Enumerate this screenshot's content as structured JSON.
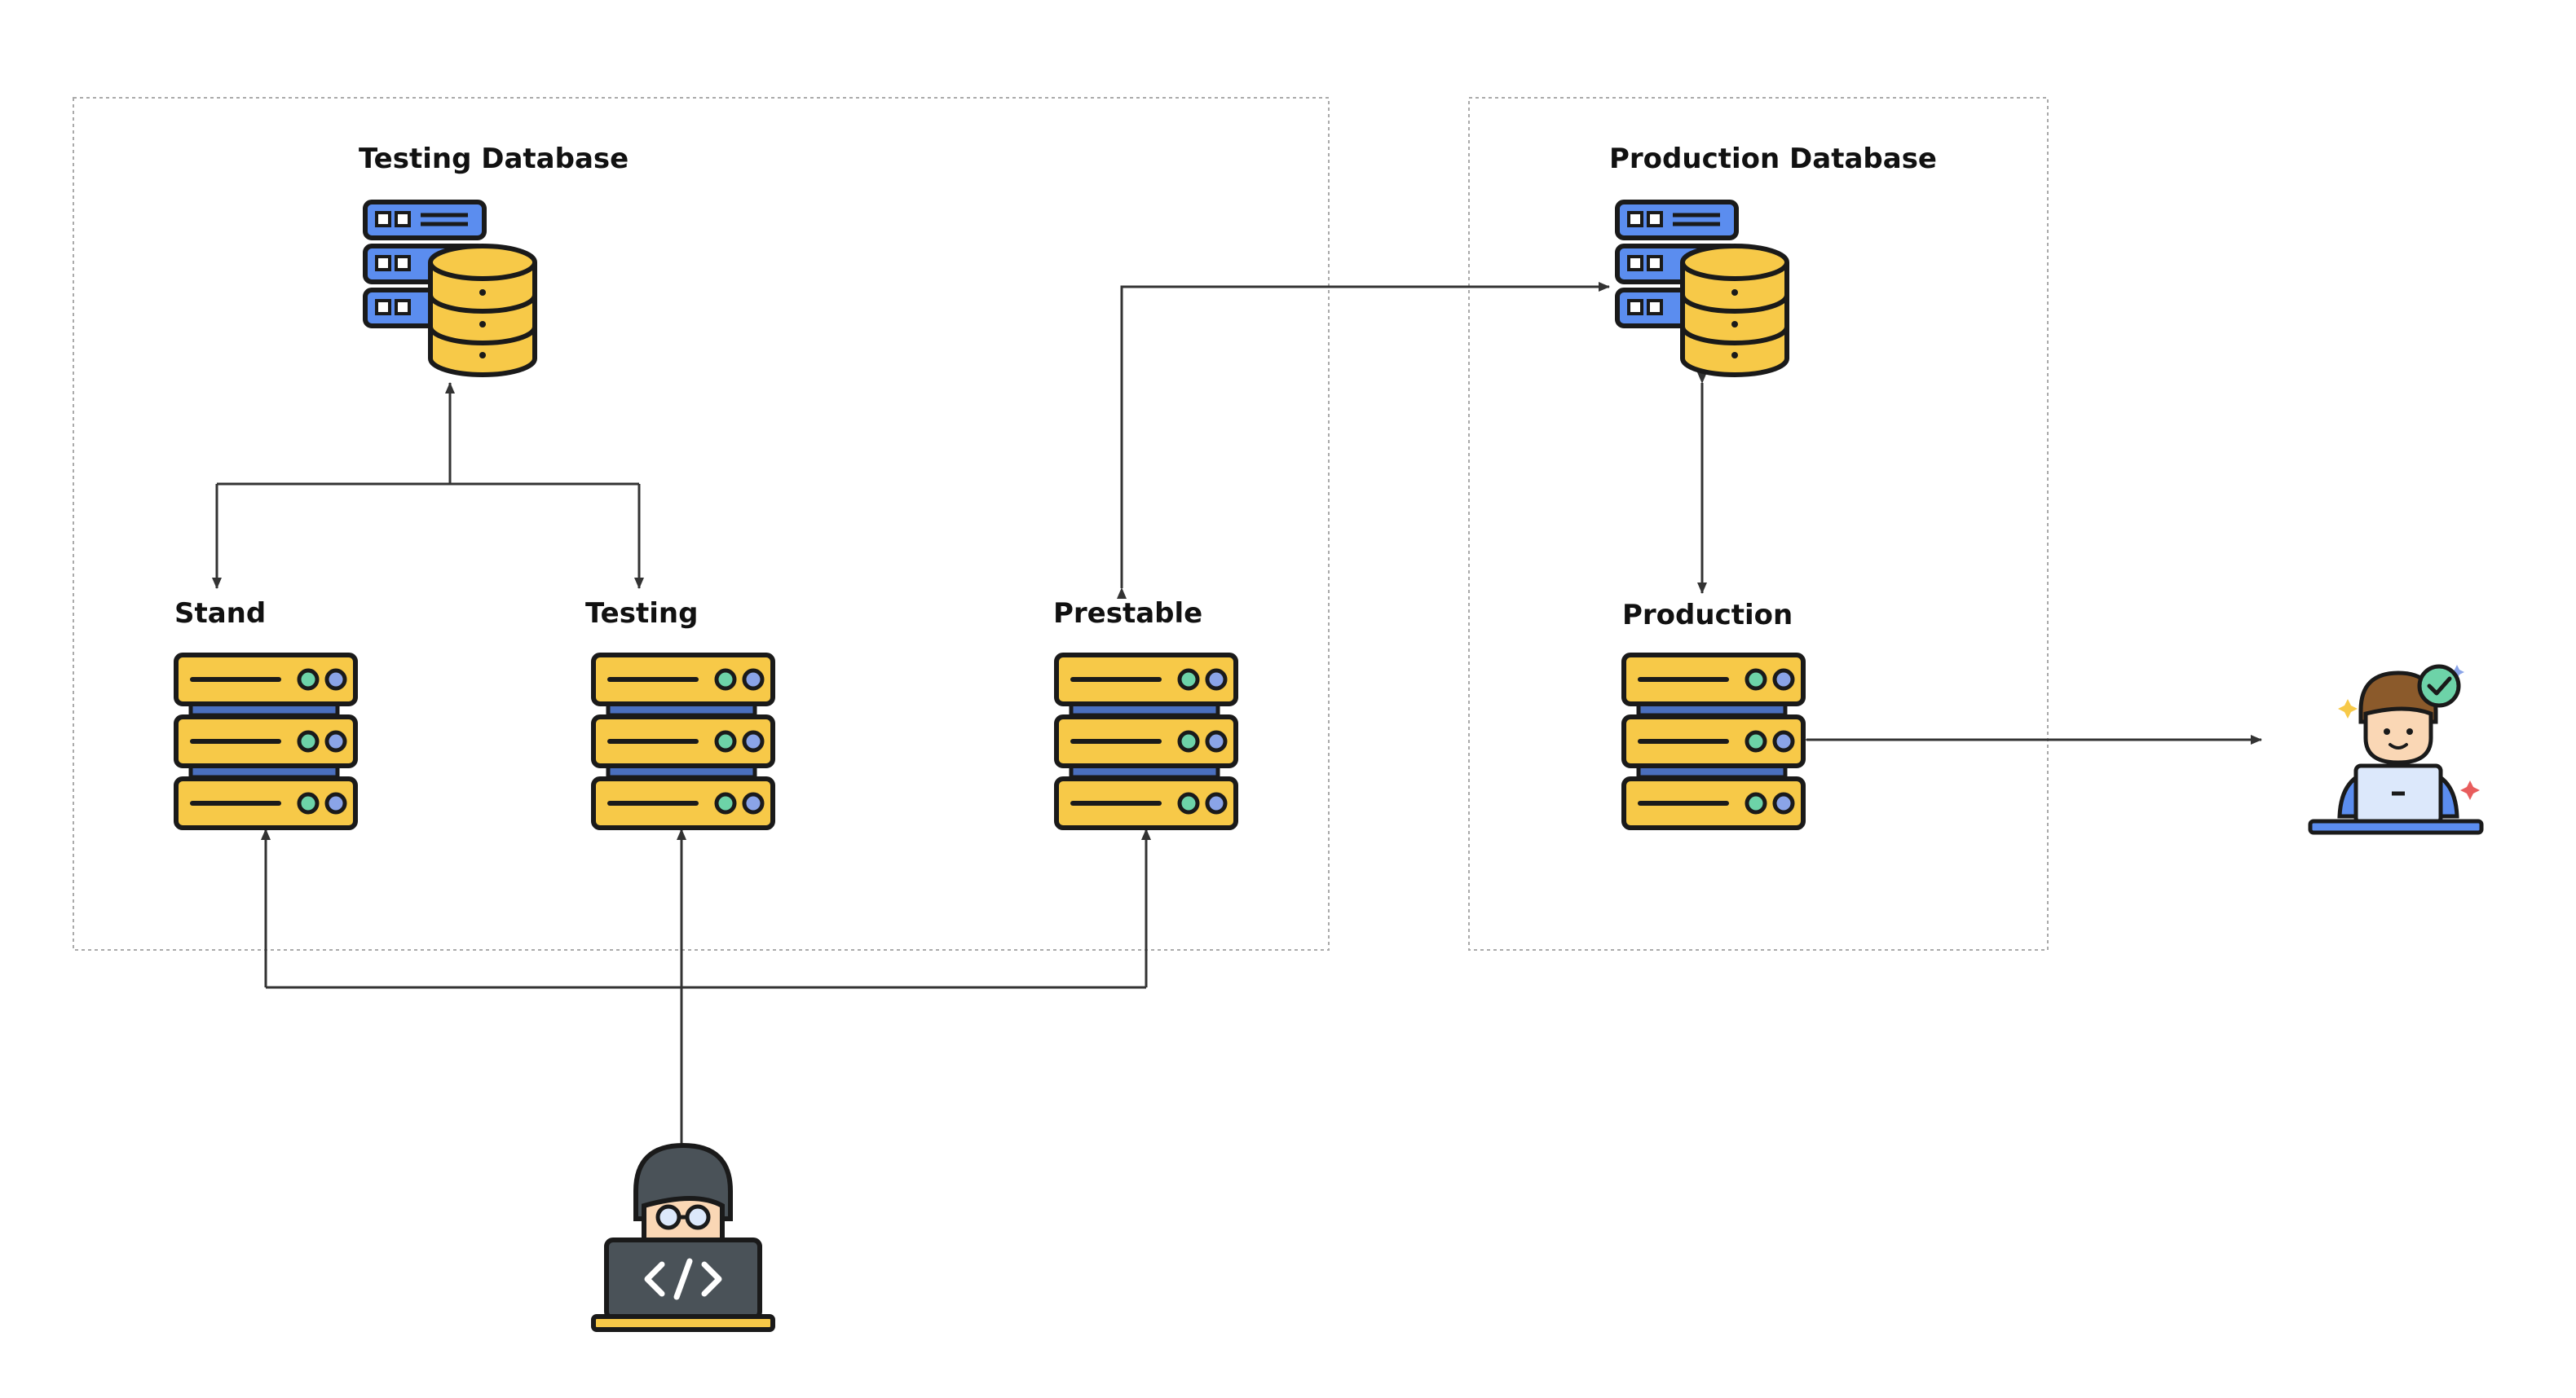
{
  "labels": {
    "testing_database": "Testing Database",
    "production_database": "Production Database",
    "stand": "Stand",
    "testing": "Testing",
    "prestable": "Prestable",
    "production": "Production"
  },
  "colors": {
    "server_yellow": "#F7C948",
    "server_blue": "#4A6FBE",
    "rack_blue": "#5B8DEF",
    "led_green": "#6DD3A8",
    "led_blue": "#8AA4E8",
    "outline": "#1A1A1A",
    "connector": "#333333",
    "group_border": "#AAAAAA",
    "laptop_dark": "#4A5258",
    "laptop_stand_yellow": "#F7C948",
    "skin": "#FAD7B5",
    "hair_brown": "#8B5A2B",
    "check_green": "#6DD3A8",
    "laptop_light": "#DCE8FB",
    "desk_blue": "#5B8DEF"
  },
  "icons": [
    "database-server-icon",
    "server-rack-icon",
    "developer-laptop-icon",
    "user-laptop-icon",
    "check-badge-icon"
  ],
  "badges": {
    "code_symbol": "</>",
    "check": "✓"
  }
}
